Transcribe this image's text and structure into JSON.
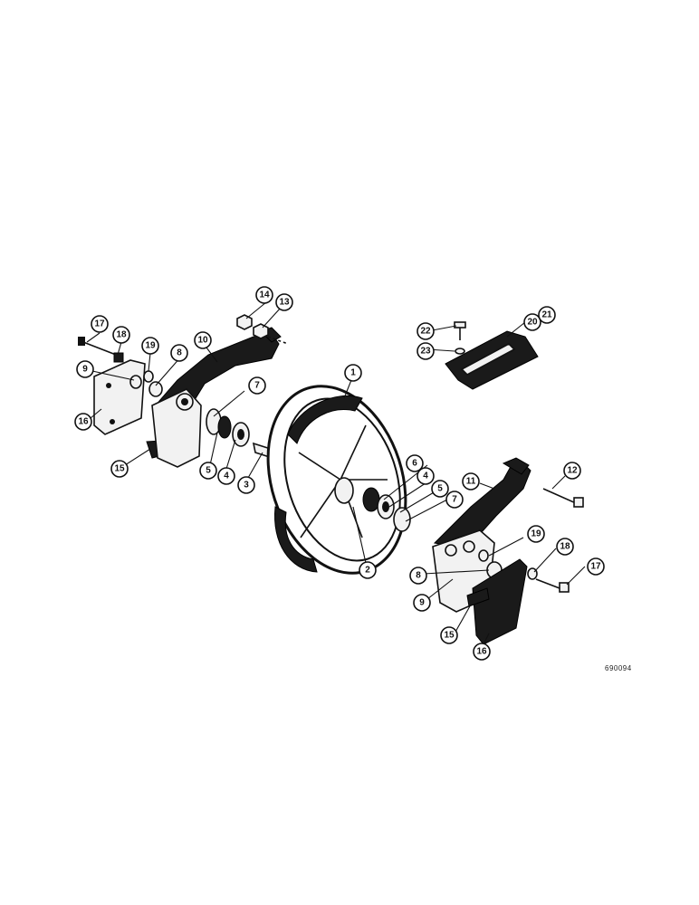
{
  "diagram": {
    "reference_number": "690094",
    "callouts": [
      "1",
      "2",
      "3",
      "4",
      "5",
      "6",
      "7",
      "8",
      "9",
      "10",
      "11",
      "12",
      "13",
      "14",
      "15",
      "16",
      "17",
      "18",
      "19",
      "20",
      "21",
      "22",
      "23"
    ],
    "colors": {
      "ink": "#111111",
      "paper": "#ffffff"
    }
  }
}
